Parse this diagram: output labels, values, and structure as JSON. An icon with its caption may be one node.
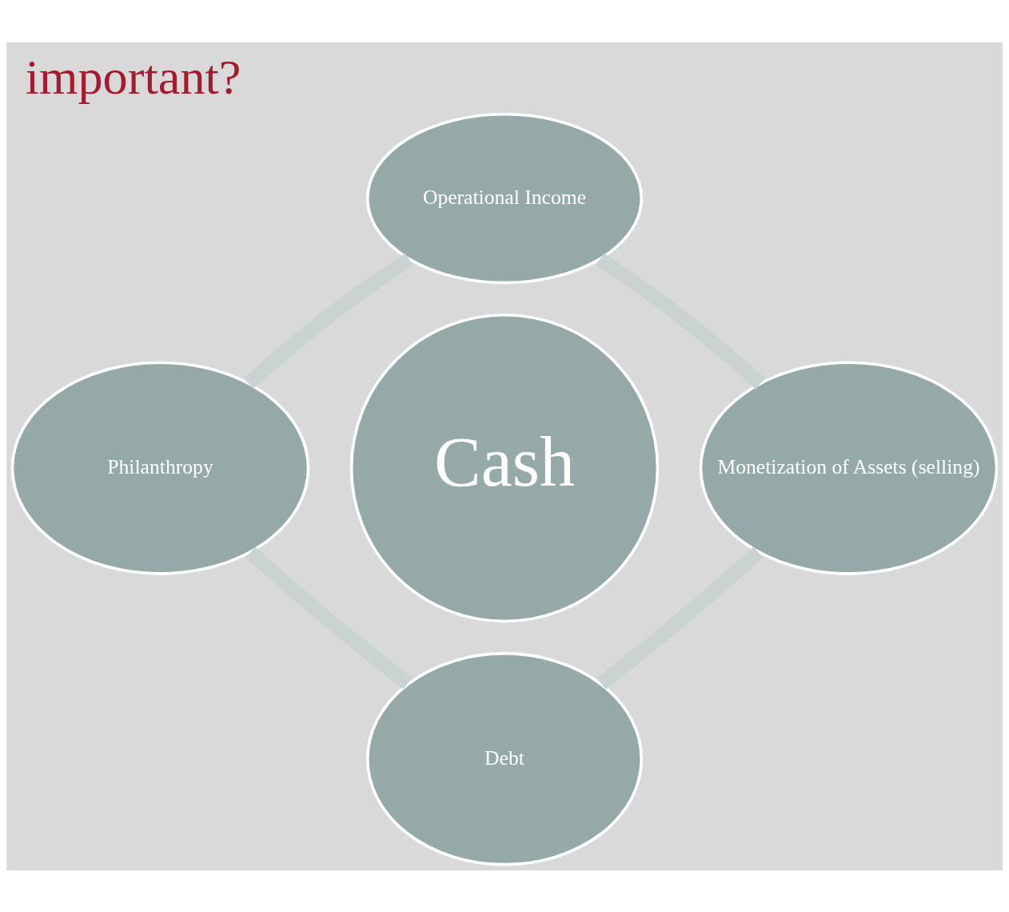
{
  "diagram": {
    "title": "important?",
    "nodes": [
      {
        "text": [
          "Operational Income"
        ]
      },
      {
        "text": [
          "Philanthropy"
        ]
      },
      {
        "text": [
          "Cash"
        ]
      },
      {
        "text": [
          "Monetization of Assets (selling)"
        ]
      },
      {
        "text": [
          "Debt"
        ]
      }
    ],
    "edges": [
      {
        "from": 0,
        "to": 3,
        "arrow": "none"
      },
      {
        "from": 3,
        "to": 4,
        "arrow": "none"
      },
      {
        "from": 4,
        "to": 1,
        "arrow": "none"
      },
      {
        "from": 1,
        "to": 0,
        "arrow": "none"
      }
    ]
  }
}
